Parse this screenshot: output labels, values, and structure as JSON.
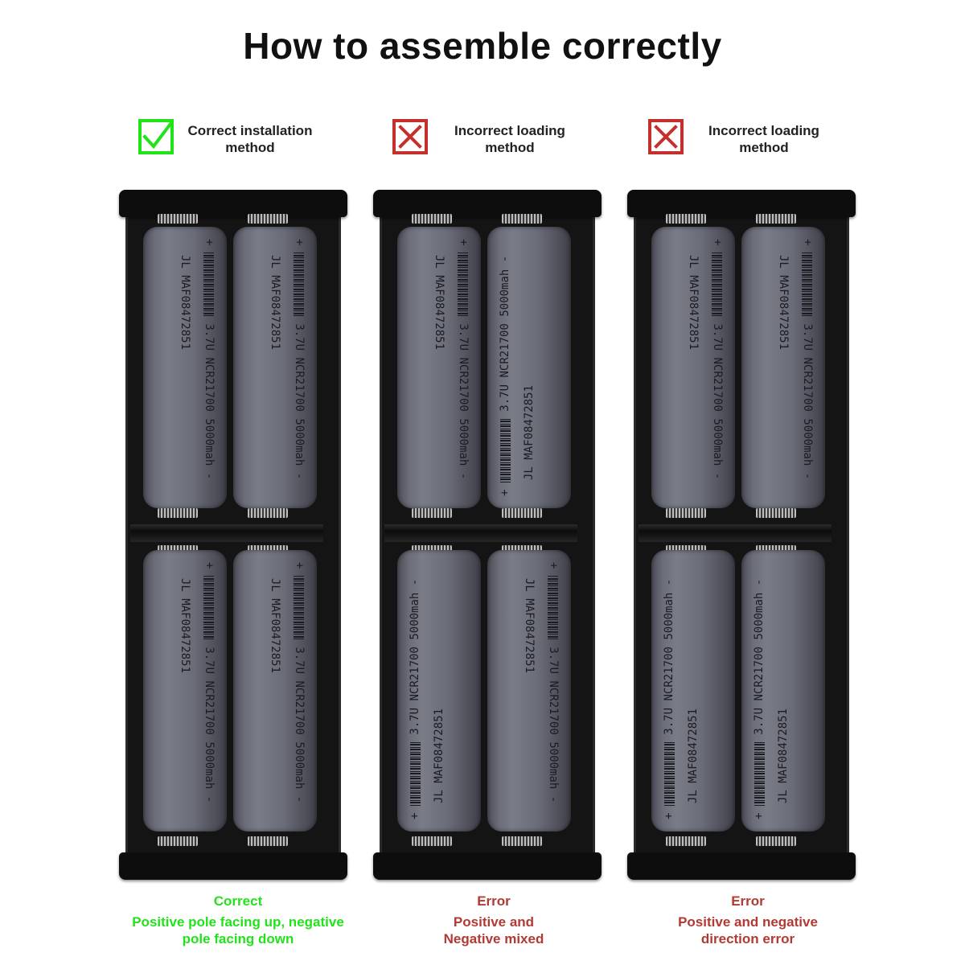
{
  "title": "How to assemble correctly",
  "colors": {
    "correct_green": "#22e21a",
    "error_red": "#c4302b",
    "error_text": "#b23a34",
    "battery_gray": "#6b6d79",
    "holder_black": "#0d0d0d"
  },
  "panels": [
    {
      "icon": "check-icon",
      "heading": [
        "Correct installation",
        "method"
      ],
      "status": "Correct",
      "description": [
        "Positive pole facing up, negative",
        "pole facing down"
      ],
      "batteries": [
        "up",
        "up",
        "up",
        "up"
      ]
    },
    {
      "icon": "x-icon",
      "heading": [
        "Incorrect loading",
        "method"
      ],
      "status": "Error",
      "description": [
        "Positive and",
        "Negative mixed"
      ],
      "batteries": [
        "up",
        "down",
        "down",
        "up"
      ]
    },
    {
      "icon": "x-icon",
      "heading": [
        "Incorrect loading",
        "method"
      ],
      "status": "Error",
      "description": [
        "Positive and negative",
        "direction error"
      ],
      "batteries": [
        "up",
        "up",
        "down",
        "down"
      ]
    }
  ],
  "battery_label": {
    "plus": "+",
    "minus": "-",
    "voltage": "3.7U",
    "model": "NCR21700",
    "capacity": "5000mah",
    "brand": "JL",
    "serial": "MAF08472851"
  }
}
